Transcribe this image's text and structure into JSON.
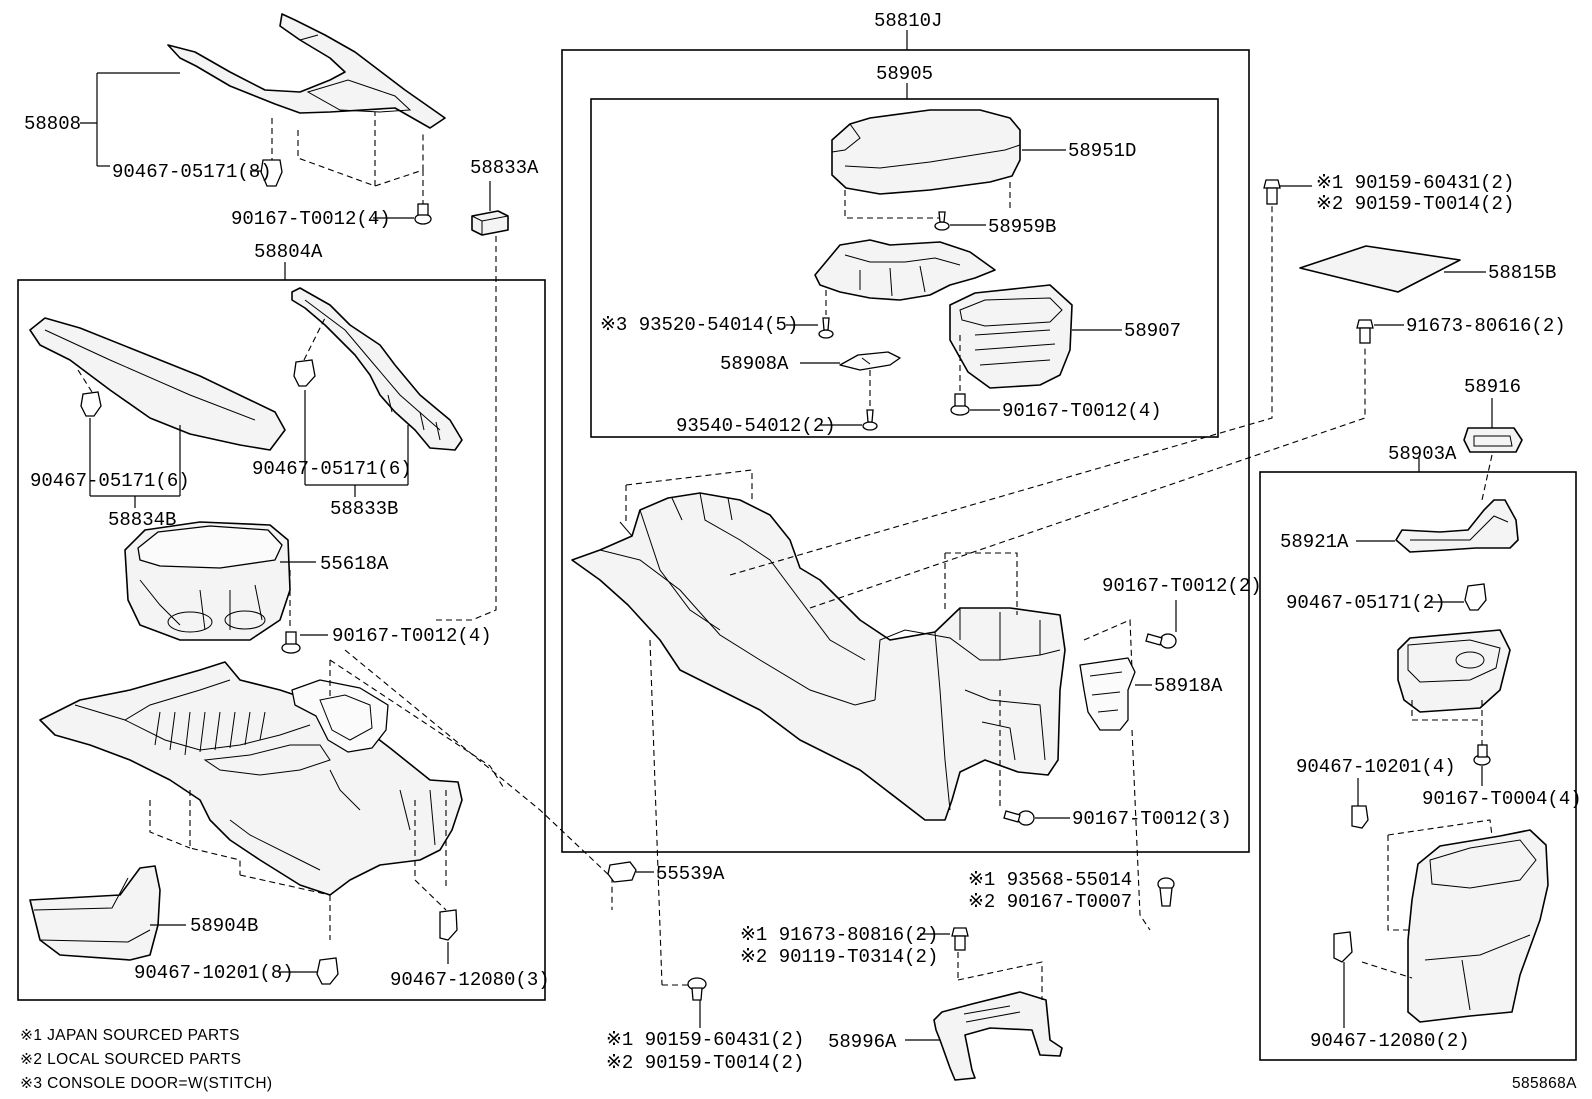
{
  "labels": {
    "l58808": "58808",
    "l90467_05171_8": "90467-05171(8)",
    "l90167_T0012_4_top": "90167-T0012(4)",
    "l58833A": "58833A",
    "l58804A": "58804A",
    "l90467_05171_6_a": "90467-05171(6)",
    "l90467_05171_6_b": "90467-05171(6)",
    "l58834B": "58834B",
    "l58833B": "58833B",
    "l55618A": "55618A",
    "l90167_T0012_4_left": "90167-T0012(4)",
    "l58904B": "58904B",
    "l90467_10201_8": "90467-10201(8)",
    "l90467_12080_3": "90467-12080(3)",
    "l58810J": "58810J",
    "l58905": "58905",
    "l58951D": "58951D",
    "l58959B": "58959B",
    "l93520": "※3 93520-54014(5)",
    "l58907": "58907",
    "l58908A": "58908A",
    "l93540": "93540-54012(2)",
    "l90167_T0012_4_mid": "90167-T0012(4)",
    "l90167_T0012_2": "90167-T0012(2)",
    "l58918A": "58918A",
    "l90167_T0012_3": "90167-T0012(3)",
    "l55539A": "55539A",
    "l93568": "※1 93568-55014",
    "l90167_T0007": "※2 90167-T0007",
    "l91673_80816": "※1 91673-80816(2)",
    "l90119_T0314": "※2 90119-T0314(2)",
    "l58996A": "58996A",
    "l90159_60431_bottom": "※1 90159-60431(2)",
    "l90159_T0014_bottom": "※2 90159-T0014(2)",
    "l90159_60431_top": "※1 90159-60431(2)",
    "l90159_T0014_top": "※2 90159-T0014(2)",
    "l58815B": "58815B",
    "l91673_80616": "91673-80616(2)",
    "l58916": "58916",
    "l58903A": "58903A",
    "l58921A": "58921A",
    "l90467_05171_2": "90467-05171(2)",
    "l90467_10201_4": "90467-10201(4)",
    "l90167_T0004_4": "90167-T0004(4)",
    "l90467_12080_2": "90467-12080(2)"
  },
  "notes": {
    "n1": "※1 JAPAN SOURCED PARTS",
    "n2": "※2 LOCAL SOURCED PARTS",
    "n3": "※3 CONSOLE DOOR=W(STITCH)"
  },
  "diagram_code": "585868A"
}
